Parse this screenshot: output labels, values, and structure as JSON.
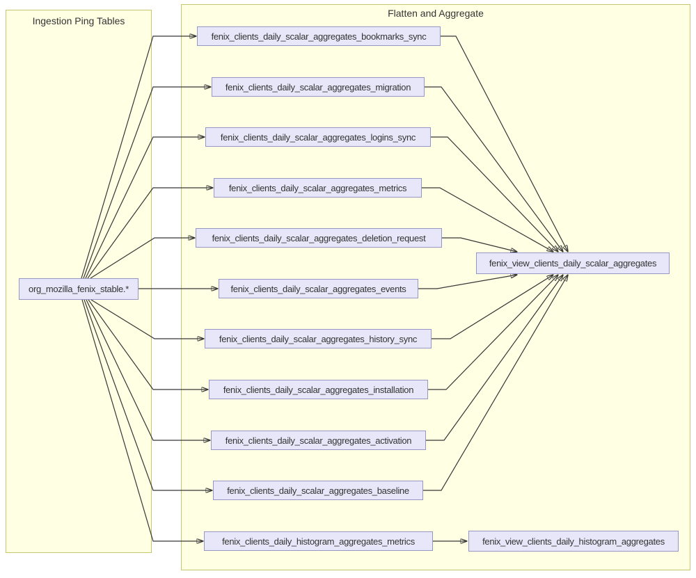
{
  "diagram": {
    "clusters": [
      {
        "id": "ingestion",
        "label": "Ingestion Ping Tables"
      },
      {
        "id": "flatten",
        "label": "Flatten and Aggregate"
      }
    ],
    "nodes": [
      {
        "id": "source",
        "label": "org_mozilla_fenix_stable.*",
        "cluster": "ingestion"
      },
      {
        "id": "bookmarks_sync",
        "label": "fenix_clients_daily_scalar_aggregates_bookmarks_sync",
        "cluster": "flatten"
      },
      {
        "id": "migration",
        "label": "fenix_clients_daily_scalar_aggregates_migration",
        "cluster": "flatten"
      },
      {
        "id": "logins_sync",
        "label": "fenix_clients_daily_scalar_aggregates_logins_sync",
        "cluster": "flatten"
      },
      {
        "id": "metrics",
        "label": "fenix_clients_daily_scalar_aggregates_metrics",
        "cluster": "flatten"
      },
      {
        "id": "deletion_request",
        "label": "fenix_clients_daily_scalar_aggregates_deletion_request",
        "cluster": "flatten"
      },
      {
        "id": "events",
        "label": "fenix_clients_daily_scalar_aggregates_events",
        "cluster": "flatten"
      },
      {
        "id": "history_sync",
        "label": "fenix_clients_daily_scalar_aggregates_history_sync",
        "cluster": "flatten"
      },
      {
        "id": "installation",
        "label": "fenix_clients_daily_scalar_aggregates_installation",
        "cluster": "flatten"
      },
      {
        "id": "activation",
        "label": "fenix_clients_daily_scalar_aggregates_activation",
        "cluster": "flatten"
      },
      {
        "id": "baseline",
        "label": "fenix_clients_daily_scalar_aggregates_baseline",
        "cluster": "flatten"
      },
      {
        "id": "histogram_metrics",
        "label": "fenix_clients_daily_histogram_aggregates_metrics",
        "cluster": "flatten"
      },
      {
        "id": "scalar_view",
        "label": "fenix_view_clients_daily_scalar_aggregates",
        "cluster": "flatten"
      },
      {
        "id": "histogram_view",
        "label": "fenix_view_clients_daily_histogram_aggregates",
        "cluster": "flatten"
      }
    ],
    "edges": [
      {
        "from": "source",
        "to": "bookmarks_sync"
      },
      {
        "from": "source",
        "to": "migration"
      },
      {
        "from": "source",
        "to": "logins_sync"
      },
      {
        "from": "source",
        "to": "metrics"
      },
      {
        "from": "source",
        "to": "deletion_request"
      },
      {
        "from": "source",
        "to": "events"
      },
      {
        "from": "source",
        "to": "history_sync"
      },
      {
        "from": "source",
        "to": "installation"
      },
      {
        "from": "source",
        "to": "activation"
      },
      {
        "from": "source",
        "to": "baseline"
      },
      {
        "from": "source",
        "to": "histogram_metrics"
      },
      {
        "from": "bookmarks_sync",
        "to": "scalar_view"
      },
      {
        "from": "migration",
        "to": "scalar_view"
      },
      {
        "from": "logins_sync",
        "to": "scalar_view"
      },
      {
        "from": "metrics",
        "to": "scalar_view"
      },
      {
        "from": "deletion_request",
        "to": "scalar_view"
      },
      {
        "from": "events",
        "to": "scalar_view"
      },
      {
        "from": "history_sync",
        "to": "scalar_view"
      },
      {
        "from": "installation",
        "to": "scalar_view"
      },
      {
        "from": "activation",
        "to": "scalar_view"
      },
      {
        "from": "baseline",
        "to": "scalar_view"
      },
      {
        "from": "histogram_metrics",
        "to": "histogram_view"
      }
    ],
    "colors": {
      "cluster_fill": "#ffffe3",
      "cluster_border": "#c6c66e",
      "node_fill": "#e7e7f9",
      "node_border": "#9696c6",
      "edge": "#363636",
      "text": "#333333"
    }
  }
}
